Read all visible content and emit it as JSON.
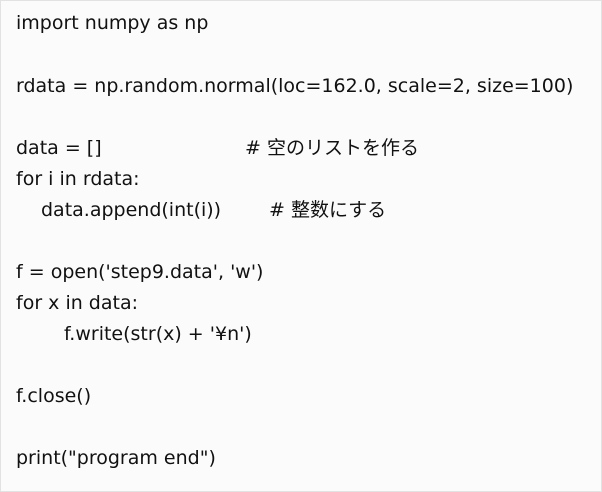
{
  "code": {
    "lines": [
      "import numpy as np",
      "rdata = np.random.normal(loc=162.0, scale=2, size=100)",
      "data = []",
      "for i in rdata:",
      "data.append(int(i))",
      "f = open('step9.data', 'w')",
      "for x in data:",
      "f.write(str(x) + '¥n')",
      "f.close()",
      "print(\"program end\")"
    ],
    "comments": {
      "data_init": "# 空のリストを作る",
      "append": "# 整数にする"
    }
  }
}
